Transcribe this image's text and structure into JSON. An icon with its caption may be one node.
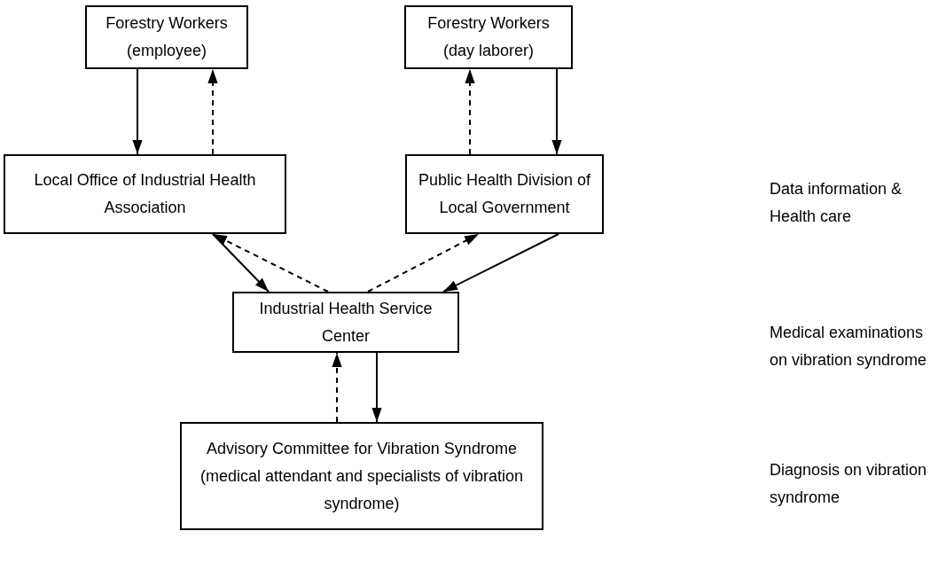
{
  "diagram": {
    "nodes": [
      {
        "text": [
          "Forestry Workers (employee)"
        ]
      },
      {
        "text": [
          "Forestry Workers (day laborer)"
        ]
      },
      {
        "text": [
          "Local Office of Industrial Health Association"
        ]
      },
      {
        "text": [
          "Public Health Division of Local Government"
        ]
      },
      {
        "text": [
          "Industrial Health Service Center"
        ]
      },
      {
        "text": [
          "Advisory Committee for Vibration Syndrome",
          "(medical attendant and specialists of vibration syndrome)"
        ]
      }
    ],
    "edges": [
      {
        "from": 0,
        "to": 2,
        "arrow": "to"
      },
      {
        "from": 2,
        "to": 0,
        "arrow": "to",
        "style": "dashed"
      },
      {
        "from": 3,
        "to": 1,
        "arrow": "to",
        "style": "dashed"
      },
      {
        "from": 1,
        "to": 3,
        "arrow": "to"
      },
      {
        "from": 2,
        "to": 4,
        "arrow": "to"
      },
      {
        "from": 4,
        "to": 2,
        "arrow": "to",
        "style": "dashed"
      },
      {
        "from": 4,
        "to": 3,
        "arrow": "to",
        "style": "dashed"
      },
      {
        "from": 3,
        "to": 4,
        "arrow": "to"
      },
      {
        "from": 5,
        "to": 4,
        "arrow": "to",
        "style": "dashed"
      },
      {
        "from": 4,
        "to": 5,
        "arrow": "to"
      }
    ],
    "labels": [
      "Data information & Health care",
      "Medical examinations on vibration syndrome",
      "Diagnosis on vibration syndrome"
    ]
  }
}
